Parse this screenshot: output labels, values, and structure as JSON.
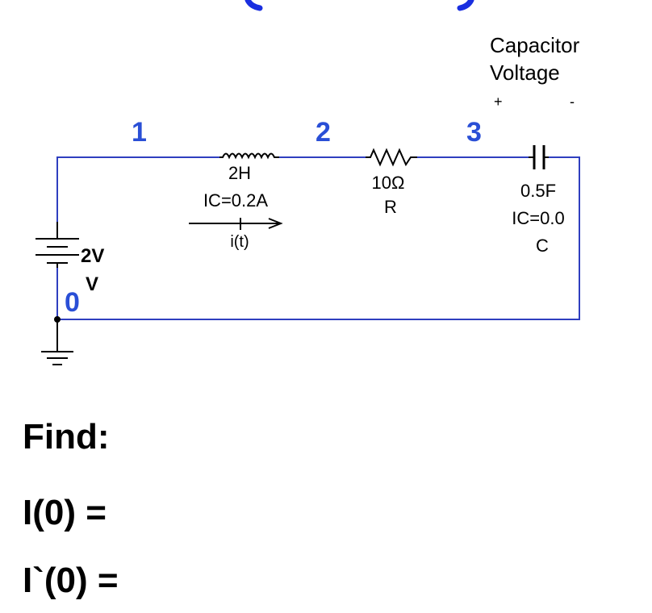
{
  "circuit": {
    "node_labels": [
      "1",
      "2",
      "3",
      "0"
    ],
    "inductor": {
      "value": "2H",
      "ic": "IC=0.2A",
      "current_label": "i(t)"
    },
    "resistor": {
      "value": "10Ω",
      "name": "R"
    },
    "capacitor": {
      "value": "0.5F",
      "ic": "IC=0.0",
      "name": "C"
    },
    "source": {
      "value_line1": "2V",
      "value_line2": "V"
    },
    "voltage_label": {
      "line1": "Capacitor",
      "line2": "Voltage",
      "plus": "+",
      "minus": "-"
    },
    "colors": {
      "wire": "#2f3fbf",
      "node_label": "#2a4fd6",
      "component": "#000000",
      "arc": "#1a2fe0"
    }
  },
  "questions": {
    "heading": "Find:",
    "q1": "I(0) =",
    "q2": "I`(0) ="
  }
}
